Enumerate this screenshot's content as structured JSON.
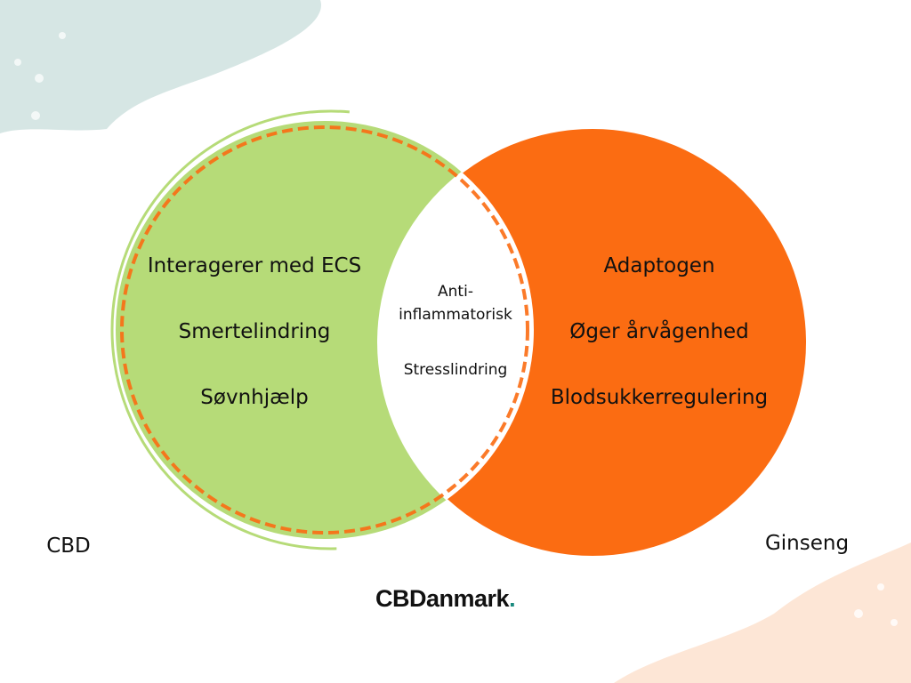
{
  "colors": {
    "cbd": "#b6db78",
    "ginseng": "#fb6c12",
    "overlap": "#ffffff",
    "logo_dot": "#1a8a7e"
  },
  "left_set": {
    "label": "CBD",
    "items": [
      "Interagerer med ECS",
      "Smertelindring",
      "Søvnhjælp"
    ]
  },
  "right_set": {
    "label": "Ginseng",
    "items": [
      "Adaptogen",
      "Øger årvågenhed",
      "Blodsukkerregulering"
    ]
  },
  "overlap": {
    "items": [
      "Anti-",
      "inflammatorisk",
      "Stresslindring"
    ]
  },
  "logo": {
    "text": "CBDanmark",
    "dot": "."
  }
}
